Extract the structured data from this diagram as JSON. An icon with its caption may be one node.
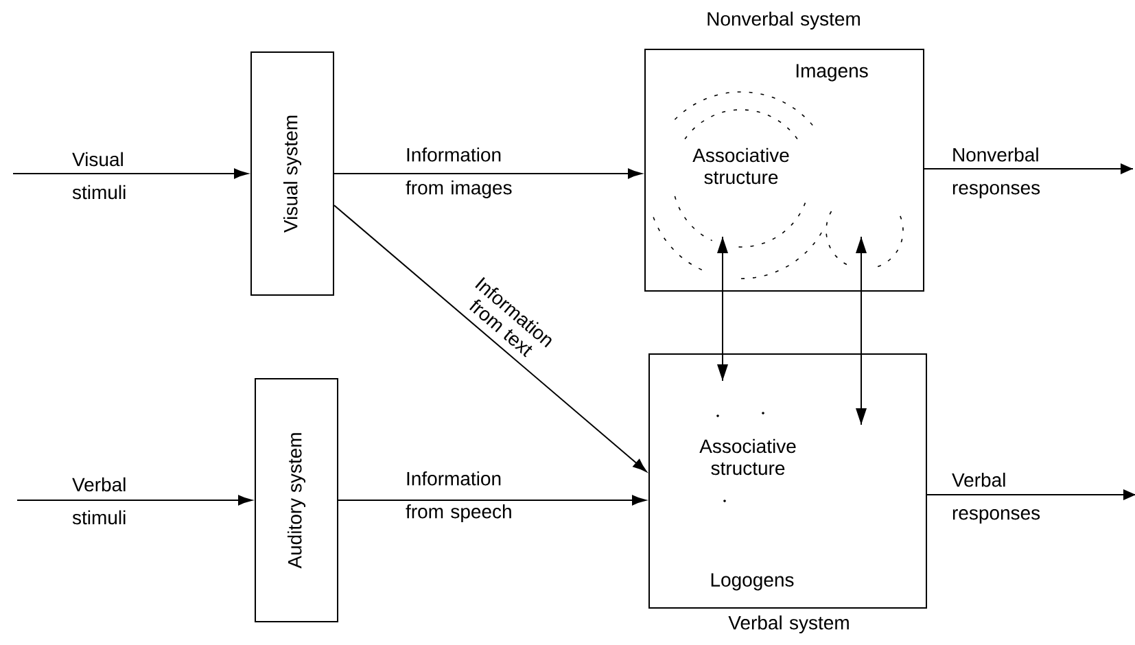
{
  "diagram": {
    "nodes": [
      {
        "text": [
          "Visual system"
        ]
      },
      {
        "text": [
          "Auditory system"
        ]
      },
      {
        "text": [
          "Nonverbal system",
          "Imagens",
          "Associative structure"
        ]
      },
      {
        "text": [
          "Associative structure",
          "Logogens",
          "Verbal system"
        ]
      }
    ],
    "edges": [
      {
        "from": null,
        "to": 0,
        "arrow": "to",
        "label": "Visual stimuli"
      },
      {
        "from": null,
        "to": 1,
        "arrow": "to",
        "label": "Verbal stimuli"
      },
      {
        "from": 0,
        "to": 2,
        "arrow": "to",
        "label": "Information from images"
      },
      {
        "from": 0,
        "to": 3,
        "arrow": "to",
        "label": "Information from text"
      },
      {
        "from": 1,
        "to": 3,
        "arrow": "to",
        "label": "Information from speech"
      },
      {
        "from": 2,
        "to": 3,
        "arrow": "both"
      },
      {
        "from": 2,
        "to": 3,
        "arrow": "both"
      },
      {
        "from": 2,
        "to": null,
        "arrow": "to",
        "label": "Nonverbal responses"
      },
      {
        "from": 3,
        "to": null,
        "arrow": "to",
        "label": "Verbal responses"
      }
    ]
  }
}
